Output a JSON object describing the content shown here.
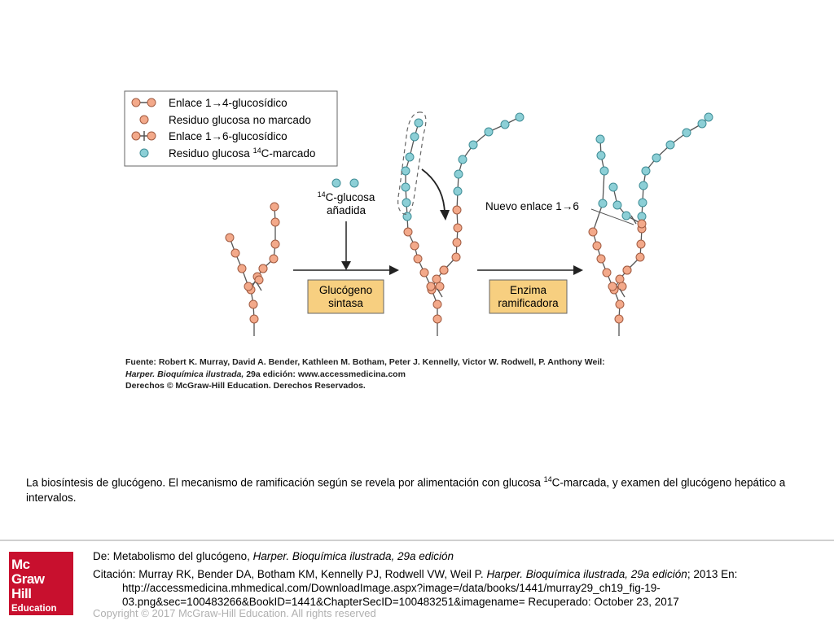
{
  "colors": {
    "unlabeled": "#f3a98a",
    "labeled": "#8ccfd6",
    "box": "#f7cf80",
    "line": "#555555",
    "accent_red": "#c8102e"
  },
  "legend": [
    {
      "symbol": "linked-pair",
      "text": "Enlace 1→4-glucosídico"
    },
    {
      "symbol": "unlabeled-dot",
      "text": "Residuo glucosa no marcado"
    },
    {
      "symbol": "branch-pair",
      "text": "Enlace 1→6-glucosídico"
    },
    {
      "symbol": "labeled-dot",
      "text_pre": "Residuo glucosa ",
      "text_sup": "14",
      "text_post": "C-marcado"
    }
  ],
  "diagram": {
    "added_label_sup": "14",
    "added_label_1": "C-glucosa",
    "added_label_2": "añadida",
    "enzyme1_line1": "Glucógeno",
    "enzyme1_line2": "sintasa",
    "enzyme2_line1": "Enzima",
    "enzyme2_line2": "ramificadora",
    "new_bond": "Nuevo enlace 1→6"
  },
  "figure_source": {
    "line1": "Fuente: Robert K. Murray, David A. Bender, Kathleen M. Botham, Peter J. Kennelly, Victor W. Rodwell, P. Anthony Weil:",
    "line2_italic": "Harper. Bioquímica ilustrada,",
    "line2_rest": " 29a edición: www.accessmedicina.com",
    "line3": "Derechos © McGraw-Hill Education. Derechos Reservados."
  },
  "caption": {
    "part1": "La biosíntesis de glucógeno. El mecanismo de ramificación según se revela por alimentación con glucosa ",
    "sup": "14",
    "part2": "C-marcada, y examen del glucógeno hepático a intervalos."
  },
  "logo": {
    "line1": "Mc",
    "line2": "Graw",
    "line3": "Hill",
    "line4": "Education"
  },
  "source": {
    "prefix": "De: Metabolismo del glucógeno, ",
    "title_italic": "Harper. Bioquímica ilustrada, 29a edición"
  },
  "citation": {
    "prefix": "Citación: Murray RK, Bender DA, Botham KM, Kennelly PJ, Rodwell VW, Weil P. ",
    "title_italic": "Harper. Bioquímica ilustrada, 29a edición",
    "suffix": "; 2013 En:",
    "line2": "http://accessmedicina.mhmedical.com/DownloadImage.aspx?image=/data/books/1441/murray29_ch19_fig-19-",
    "line3": "03.png&sec=100483266&BookID=1441&ChapterSecID=100483251&imagename= Recuperado: October 23, 2017"
  },
  "copyright": "Copyright © 2017 McGraw-Hill Education. All rights reserved"
}
